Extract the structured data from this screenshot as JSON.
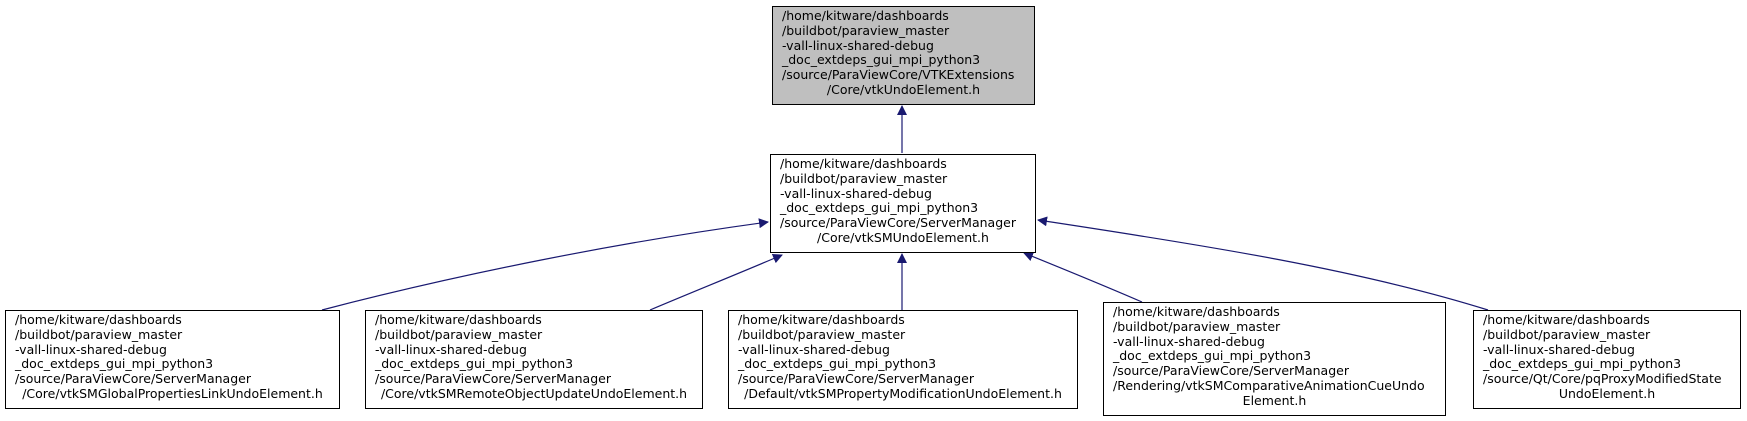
{
  "colors": {
    "edge": "#191970",
    "root_fill": "#bfbfbf",
    "node_fill": "#ffffff",
    "border": "#000000"
  },
  "nodes": {
    "undo_element": {
      "lines": [
        "/home/kitware/dashboards",
        "/buildbot/paraview_master",
        "-vall-linux-shared-debug",
        "_doc_extdeps_gui_mpi_python3",
        "/source/ParaViewCore/VTKExtensions",
        "/Core/vtkUndoElement.h"
      ]
    },
    "sm_undo_element": {
      "lines": [
        "/home/kitware/dashboards",
        "/buildbot/paraview_master",
        "-vall-linux-shared-debug",
        "_doc_extdeps_gui_mpi_python3",
        "/source/ParaViewCore/ServerManager",
        "/Core/vtkSMUndoElement.h"
      ]
    },
    "global_properties": {
      "lines": [
        "/home/kitware/dashboards",
        "/buildbot/paraview_master",
        "-vall-linux-shared-debug",
        "_doc_extdeps_gui_mpi_python3",
        "/source/ParaViewCore/ServerManager",
        "/Core/vtkSMGlobalPropertiesLinkUndoElement.h"
      ]
    },
    "remote_object": {
      "lines": [
        "/home/kitware/dashboards",
        "/buildbot/paraview_master",
        "-vall-linux-shared-debug",
        "_doc_extdeps_gui_mpi_python3",
        "/source/ParaViewCore/ServerManager",
        "/Core/vtkSMRemoteObjectUpdateUndoElement.h"
      ]
    },
    "property_modification": {
      "lines": [
        "/home/kitware/dashboards",
        "/buildbot/paraview_master",
        "-vall-linux-shared-debug",
        "_doc_extdeps_gui_mpi_python3",
        "/source/ParaViewCore/ServerManager",
        "/Default/vtkSMPropertyModificationUndoElement.h"
      ]
    },
    "comparative_animation": {
      "lines": [
        "/home/kitware/dashboards",
        "/buildbot/paraview_master",
        "-vall-linux-shared-debug",
        "_doc_extdeps_gui_mpi_python3",
        "/source/ParaViewCore/ServerManager",
        "/Rendering/vtkSMComparativeAnimationCueUndo",
        "Element.h"
      ]
    },
    "proxy_modified": {
      "lines": [
        "/home/kitware/dashboards",
        "/buildbot/paraview_master",
        "-vall-linux-shared-debug",
        "_doc_extdeps_gui_mpi_python3",
        "/source/Qt/Core/pqProxyModifiedState",
        "UndoElement.h"
      ]
    }
  }
}
